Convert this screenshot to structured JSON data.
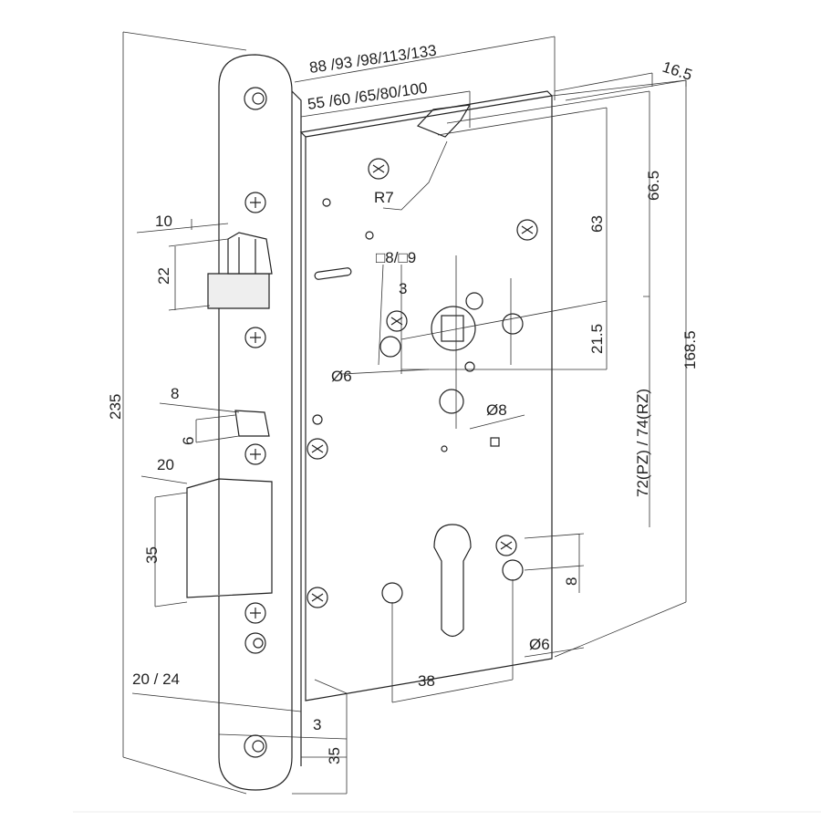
{
  "diagram": {
    "dimensions": {
      "overall_depth": "88 /93 /98/113/133",
      "backset": "55 /60 /65/80/100",
      "body_thickness": "16.5",
      "radius": "R7",
      "latch_width": "10",
      "latch_height": "22",
      "spindle": "□8/□9",
      "spindle_offset": "3",
      "top_to_spindle": "63",
      "top_to_follower": "66.5",
      "follower_spacing": "21.5",
      "total_height_body": "168.5",
      "faceplate_height": "235",
      "aux_latch_width": "8",
      "aux_latch_height": "6",
      "deadbolt_throw": "20",
      "hole_d6_upper": "Ø6",
      "hole_d8": "Ø8",
      "center_distance": "72(PZ) / 74(RZ)",
      "deadbolt_height": "35",
      "cylinder_offset": "8",
      "hole_d6_lower": "Ø6",
      "fixing_spacing": "38",
      "faceplate_width": "20 / 24",
      "faceplate_thickness": "3",
      "bottom_offset": "35"
    }
  }
}
